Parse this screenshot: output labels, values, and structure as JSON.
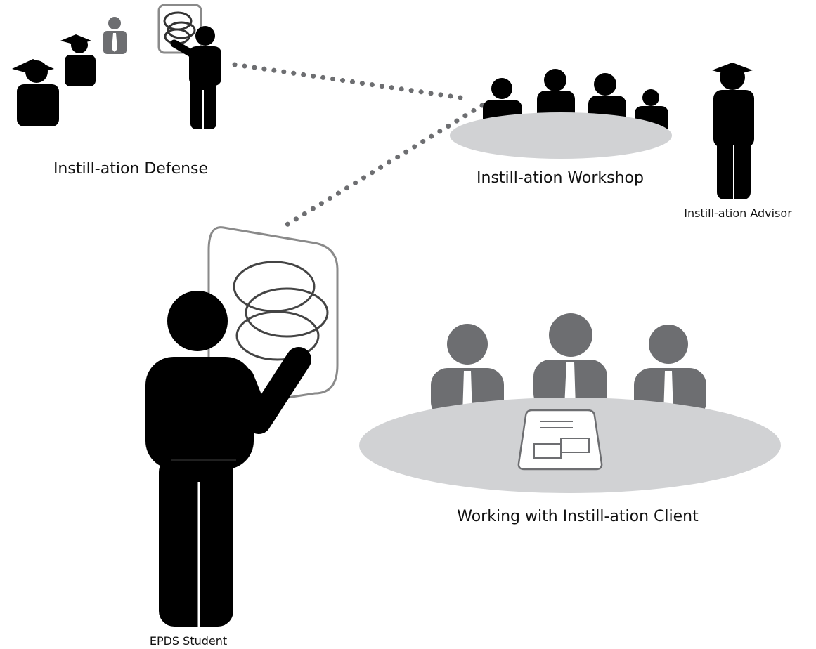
{
  "labels": {
    "defense": "Instill-ation Defense",
    "workshop": "Instill-ation Workshop",
    "advisor": "Instill-ation Advisor",
    "client": "Working with Instill-ation Client",
    "student": "EPDS Student"
  },
  "colors": {
    "figure": "#000000",
    "client_figure": "#6d6e71",
    "table": "#d1d2d4",
    "connector": "#6d6e71",
    "board_stroke": "#8a8a8a"
  }
}
